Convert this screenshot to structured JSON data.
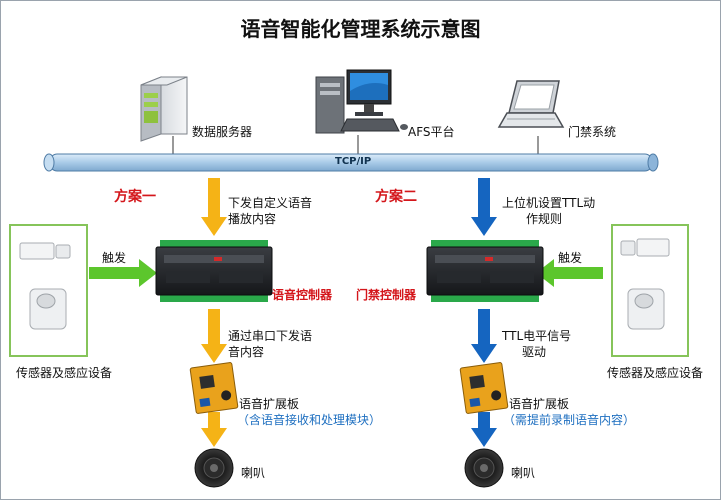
{
  "title": "语音智能化管理系统示意图",
  "network": {
    "bus_label": "TCP/IP",
    "servers": {
      "data_server": "数据服务器",
      "afs_platform": "AFS平台",
      "access_control_system": "门禁系统"
    }
  },
  "scheme_one": {
    "label": "方案一",
    "download_note": [
      "下发自定义语音",
      "播放内容"
    ],
    "trigger_label": "触发",
    "controller_label": "语音控制器",
    "serial_note": [
      "通过串口下发语",
      "音内容"
    ],
    "board_label": "语音扩展板",
    "board_note": "（含语音接收和处理模块）",
    "speaker_label": "喇叭",
    "sensors_label": "传感器及感应设备"
  },
  "scheme_two": {
    "label": "方案二",
    "download_note": [
      "上位机设置TTL动",
      "作规则"
    ],
    "trigger_label": "触发",
    "controller_label": "门禁控制器",
    "ttl_note": [
      "TTL电平信号",
      "驱动"
    ],
    "board_label": "语音扩展板",
    "board_note": "（需提前录制语音内容）",
    "speaker_label": "喇叭",
    "sensors_label": "传感器及感应设备"
  },
  "colors": {
    "scheme_one_arrow": "#f5b316",
    "scheme_two_arrow": "#1565c0",
    "trigger_arrow": "#5cc62c",
    "accent_red": "#d4161b",
    "accent_blue": "#1e6fc0",
    "bus_fill": "#a9cbe8"
  }
}
